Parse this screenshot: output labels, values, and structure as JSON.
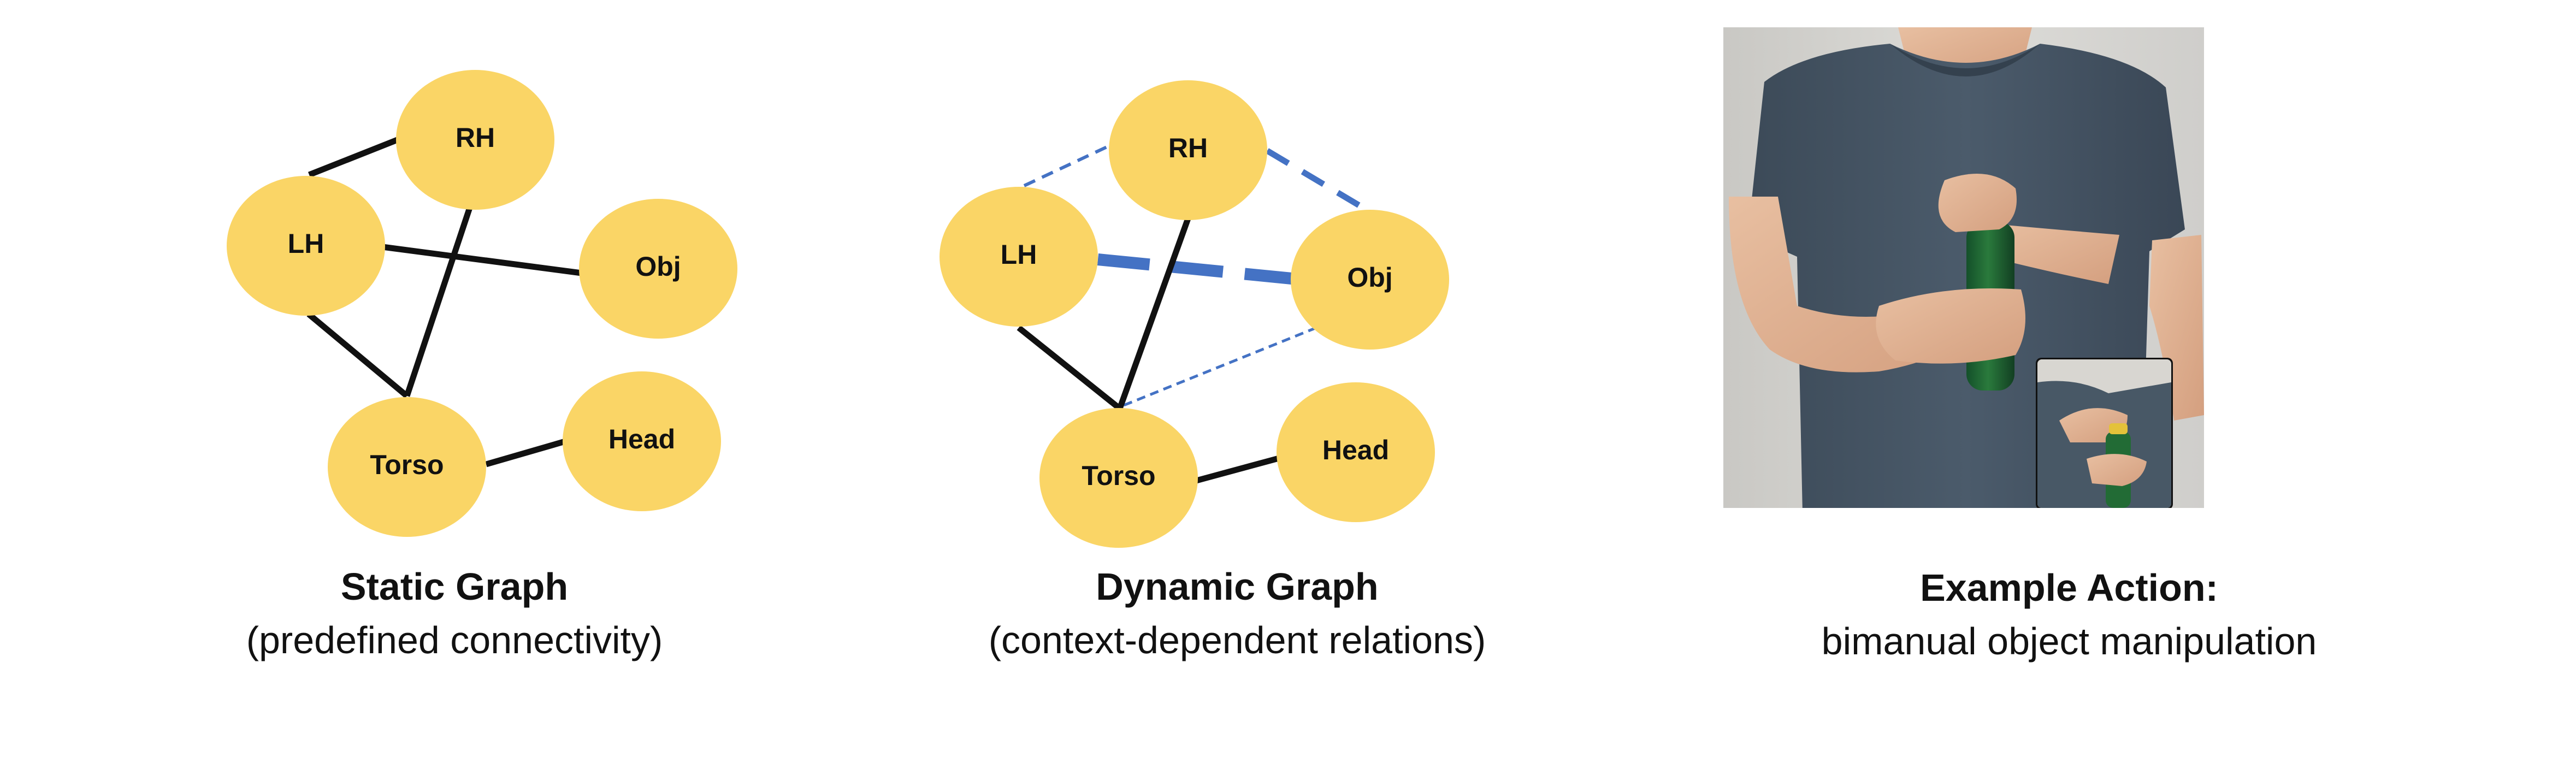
{
  "static_graph": {
    "title": "Static Graph",
    "subtitle": "(predefined connectivity)",
    "nodes": [
      "RH",
      "LH",
      "Obj",
      "Torso",
      "Head"
    ]
  },
  "dynamic_graph": {
    "title": "Dynamic Graph",
    "subtitle": "(context-dependent relations)",
    "nodes": [
      "RH",
      "LH",
      "Obj",
      "Torso",
      "Head"
    ]
  },
  "example": {
    "title": "Example Action:",
    "subtitle": "bimanual object manipulation"
  },
  "colors": {
    "node_fill": "#FAD566",
    "static_edge": "#111111",
    "dynamic_edge": "#4472C4"
  }
}
